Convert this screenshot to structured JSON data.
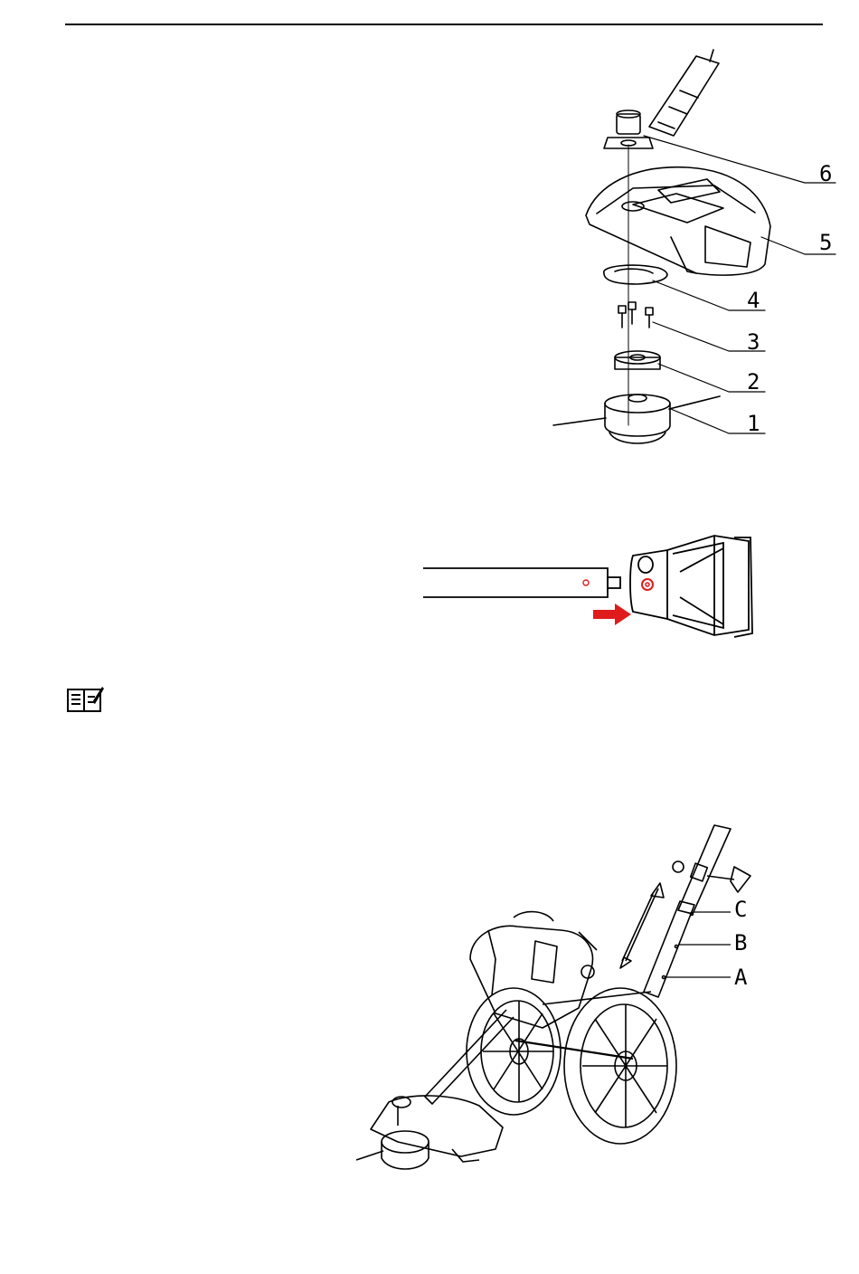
{
  "figure_head_assembly": {
    "callouts": [
      "6",
      "5",
      "4",
      "3",
      "2",
      "1"
    ]
  },
  "figure_handle_assembly": {
    "callouts": [
      "C",
      "B",
      "A"
    ]
  },
  "colors": {
    "arrow": "#e01b1b",
    "line": "#000000"
  },
  "icons": {
    "note": "manual-note-icon"
  }
}
